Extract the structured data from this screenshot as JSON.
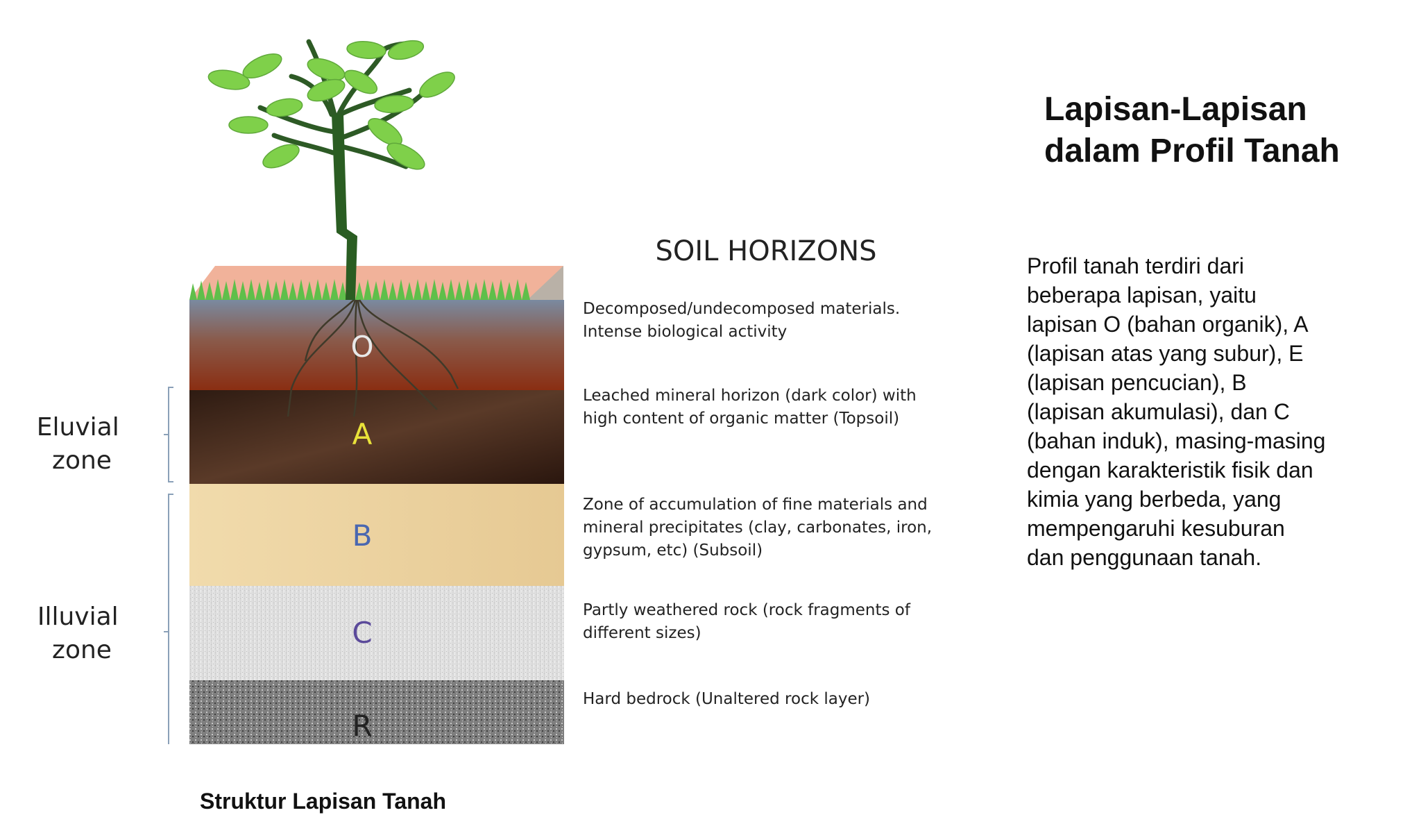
{
  "title": {
    "line1": "Lapisan-Lapisan",
    "line2": "dalam Profil Tanah"
  },
  "body_lines": [
    "Profil tanah terdiri dari",
    "beberapa lapisan, yaitu",
    "lapisan O (bahan organik), A",
    "(lapisan atas yang subur), E",
    "(lapisan pencucian), B",
    "(lapisan akumulasi), dan C",
    "(bahan induk), masing-masing",
    "dengan karakteristik fisik dan",
    "kimia yang berbeda, yang",
    "mempengaruhi kesuburan",
    "dan penggunaan tanah."
  ],
  "caption": "Struktur Lapisan Tanah",
  "diagram": {
    "heading": "SOIL HORIZONS",
    "zones": {
      "eluvial": [
        "Eluvial",
        "zone"
      ],
      "illuvial": [
        "Illuvial",
        "zone"
      ]
    },
    "layers": [
      {
        "letter": "O",
        "letter_color": "#e8e8e8",
        "top_color": "#6f7f95",
        "bottom_color": "#8a2e12",
        "desc": [
          "Decomposed/undecomposed materials.",
          "Intense biological activity"
        ]
      },
      {
        "letter": "A",
        "letter_color": "#e9e23a",
        "top_color": "#3a2418",
        "bottom_color": "#4b2c1c",
        "desc": [
          "Leached mineral horizon (dark color) with",
          "high content of organic matter (Topsoil)"
        ]
      },
      {
        "letter": "B",
        "letter_color": "#4a67b0",
        "top_color": "#efd7a6",
        "bottom_color": "#e8cc96",
        "desc": [
          "Zone of accumulation of fine materials and",
          "mineral precipitates (clay, carbonates, iron,",
          "gypsum, etc) (Subsoil)"
        ]
      },
      {
        "letter": "C",
        "letter_color": "#5b4a9a",
        "top_color": "#e6e6e6",
        "bottom_color": "#d6d6d6",
        "desc": [
          "Partly weathered rock (rock fragments of",
          "different sizes)"
        ]
      },
      {
        "letter": "R",
        "letter_color": "#222222",
        "top_color": "#8e8e8e",
        "bottom_color": "#6e6e6e",
        "desc": [
          "Hard bedrock (Unaltered rock layer)"
        ]
      }
    ]
  }
}
